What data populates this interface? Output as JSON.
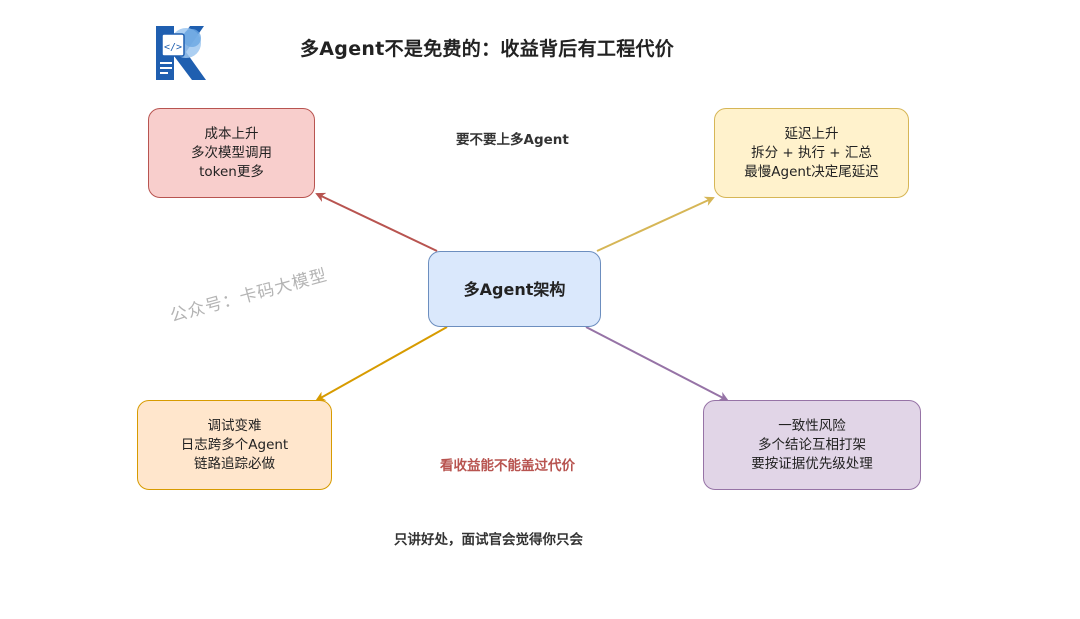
{
  "title": "多Agent不是免费的：收益背后有工程代价",
  "logo": {
    "icon": "k-brain-logo-icon",
    "colors": [
      "#1f5fb0",
      "#4a90d9",
      "#9ec7f0"
    ]
  },
  "center": {
    "label": "多Agent架构"
  },
  "labels": {
    "question": "要不要上多Agent",
    "benefit": "看收益能不能盖过代价",
    "footer": "只讲好处，面试官会觉得你只会"
  },
  "watermark": "公众号：卡码大模型",
  "boxes": {
    "cost": {
      "lines": [
        "成本上升",
        "多次模型调用",
        "token更多"
      ]
    },
    "latency": {
      "lines": [
        "延迟上升",
        "拆分 + 执行 + 汇总",
        "最慢Agent决定尾延迟"
      ]
    },
    "debug": {
      "lines": [
        "调试变难",
        "日志跨多个Agent",
        "链路追踪必做"
      ]
    },
    "consistency": {
      "lines": [
        "一致性风险",
        "多个结论互相打架",
        "要按证据优先级处理"
      ]
    }
  },
  "colors": {
    "cost": "#b85450",
    "latency": "#d6b656",
    "debug": "#d79b00",
    "consistency": "#9673a6",
    "center": "#6c8ebf",
    "benefit_label": "#b85450"
  }
}
